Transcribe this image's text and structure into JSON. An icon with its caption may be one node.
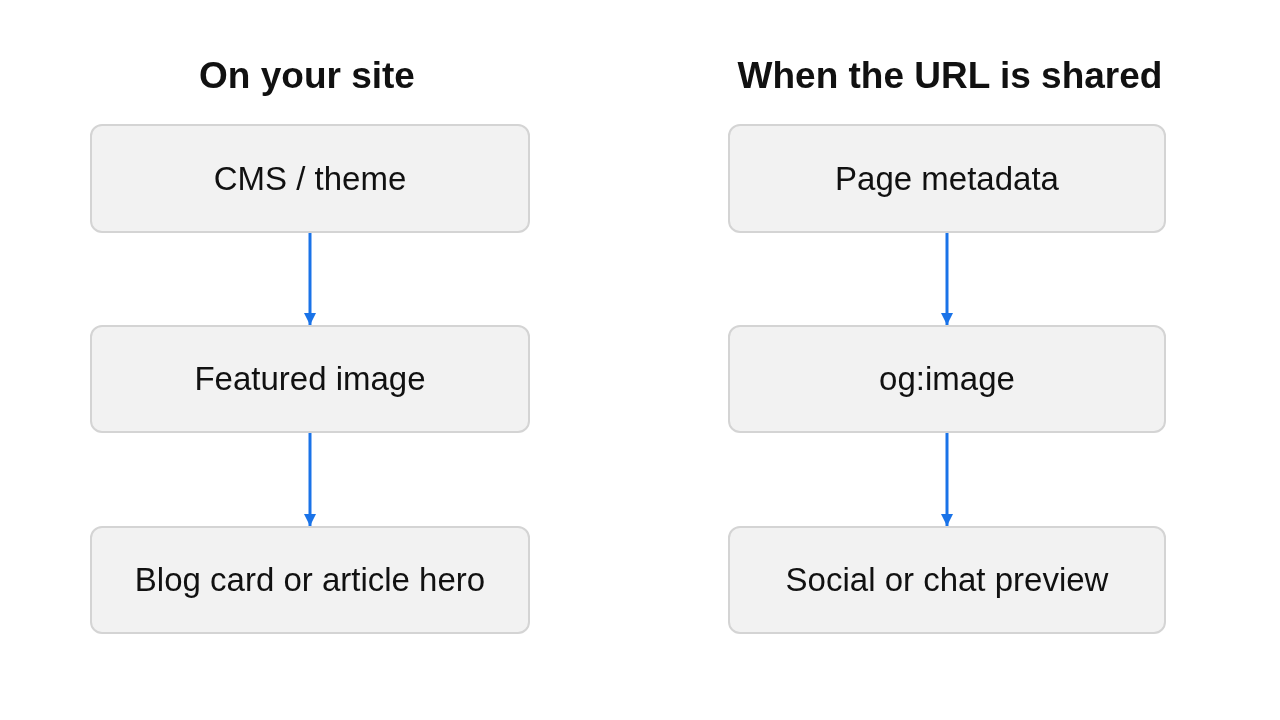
{
  "diagram": {
    "nodes": [
      {
        "text": [
          "CMS / theme"
        ]
      },
      {
        "text": [
          "Featured image"
        ]
      },
      {
        "text": [
          "Blog card or article hero"
        ]
      },
      {
        "text": [
          "Page metadata"
        ]
      },
      {
        "text": [
          "og:image"
        ]
      },
      {
        "text": [
          "Social or chat preview"
        ]
      }
    ],
    "edges": [
      {
        "from": 0,
        "to": 1,
        "arrow": "to"
      },
      {
        "from": 1,
        "to": 2,
        "arrow": "to"
      },
      {
        "from": 3,
        "to": 4,
        "arrow": "to"
      },
      {
        "from": 4,
        "to": 5,
        "arrow": "to"
      }
    ],
    "labels": [
      "On your site",
      "When the URL is shared"
    ]
  }
}
